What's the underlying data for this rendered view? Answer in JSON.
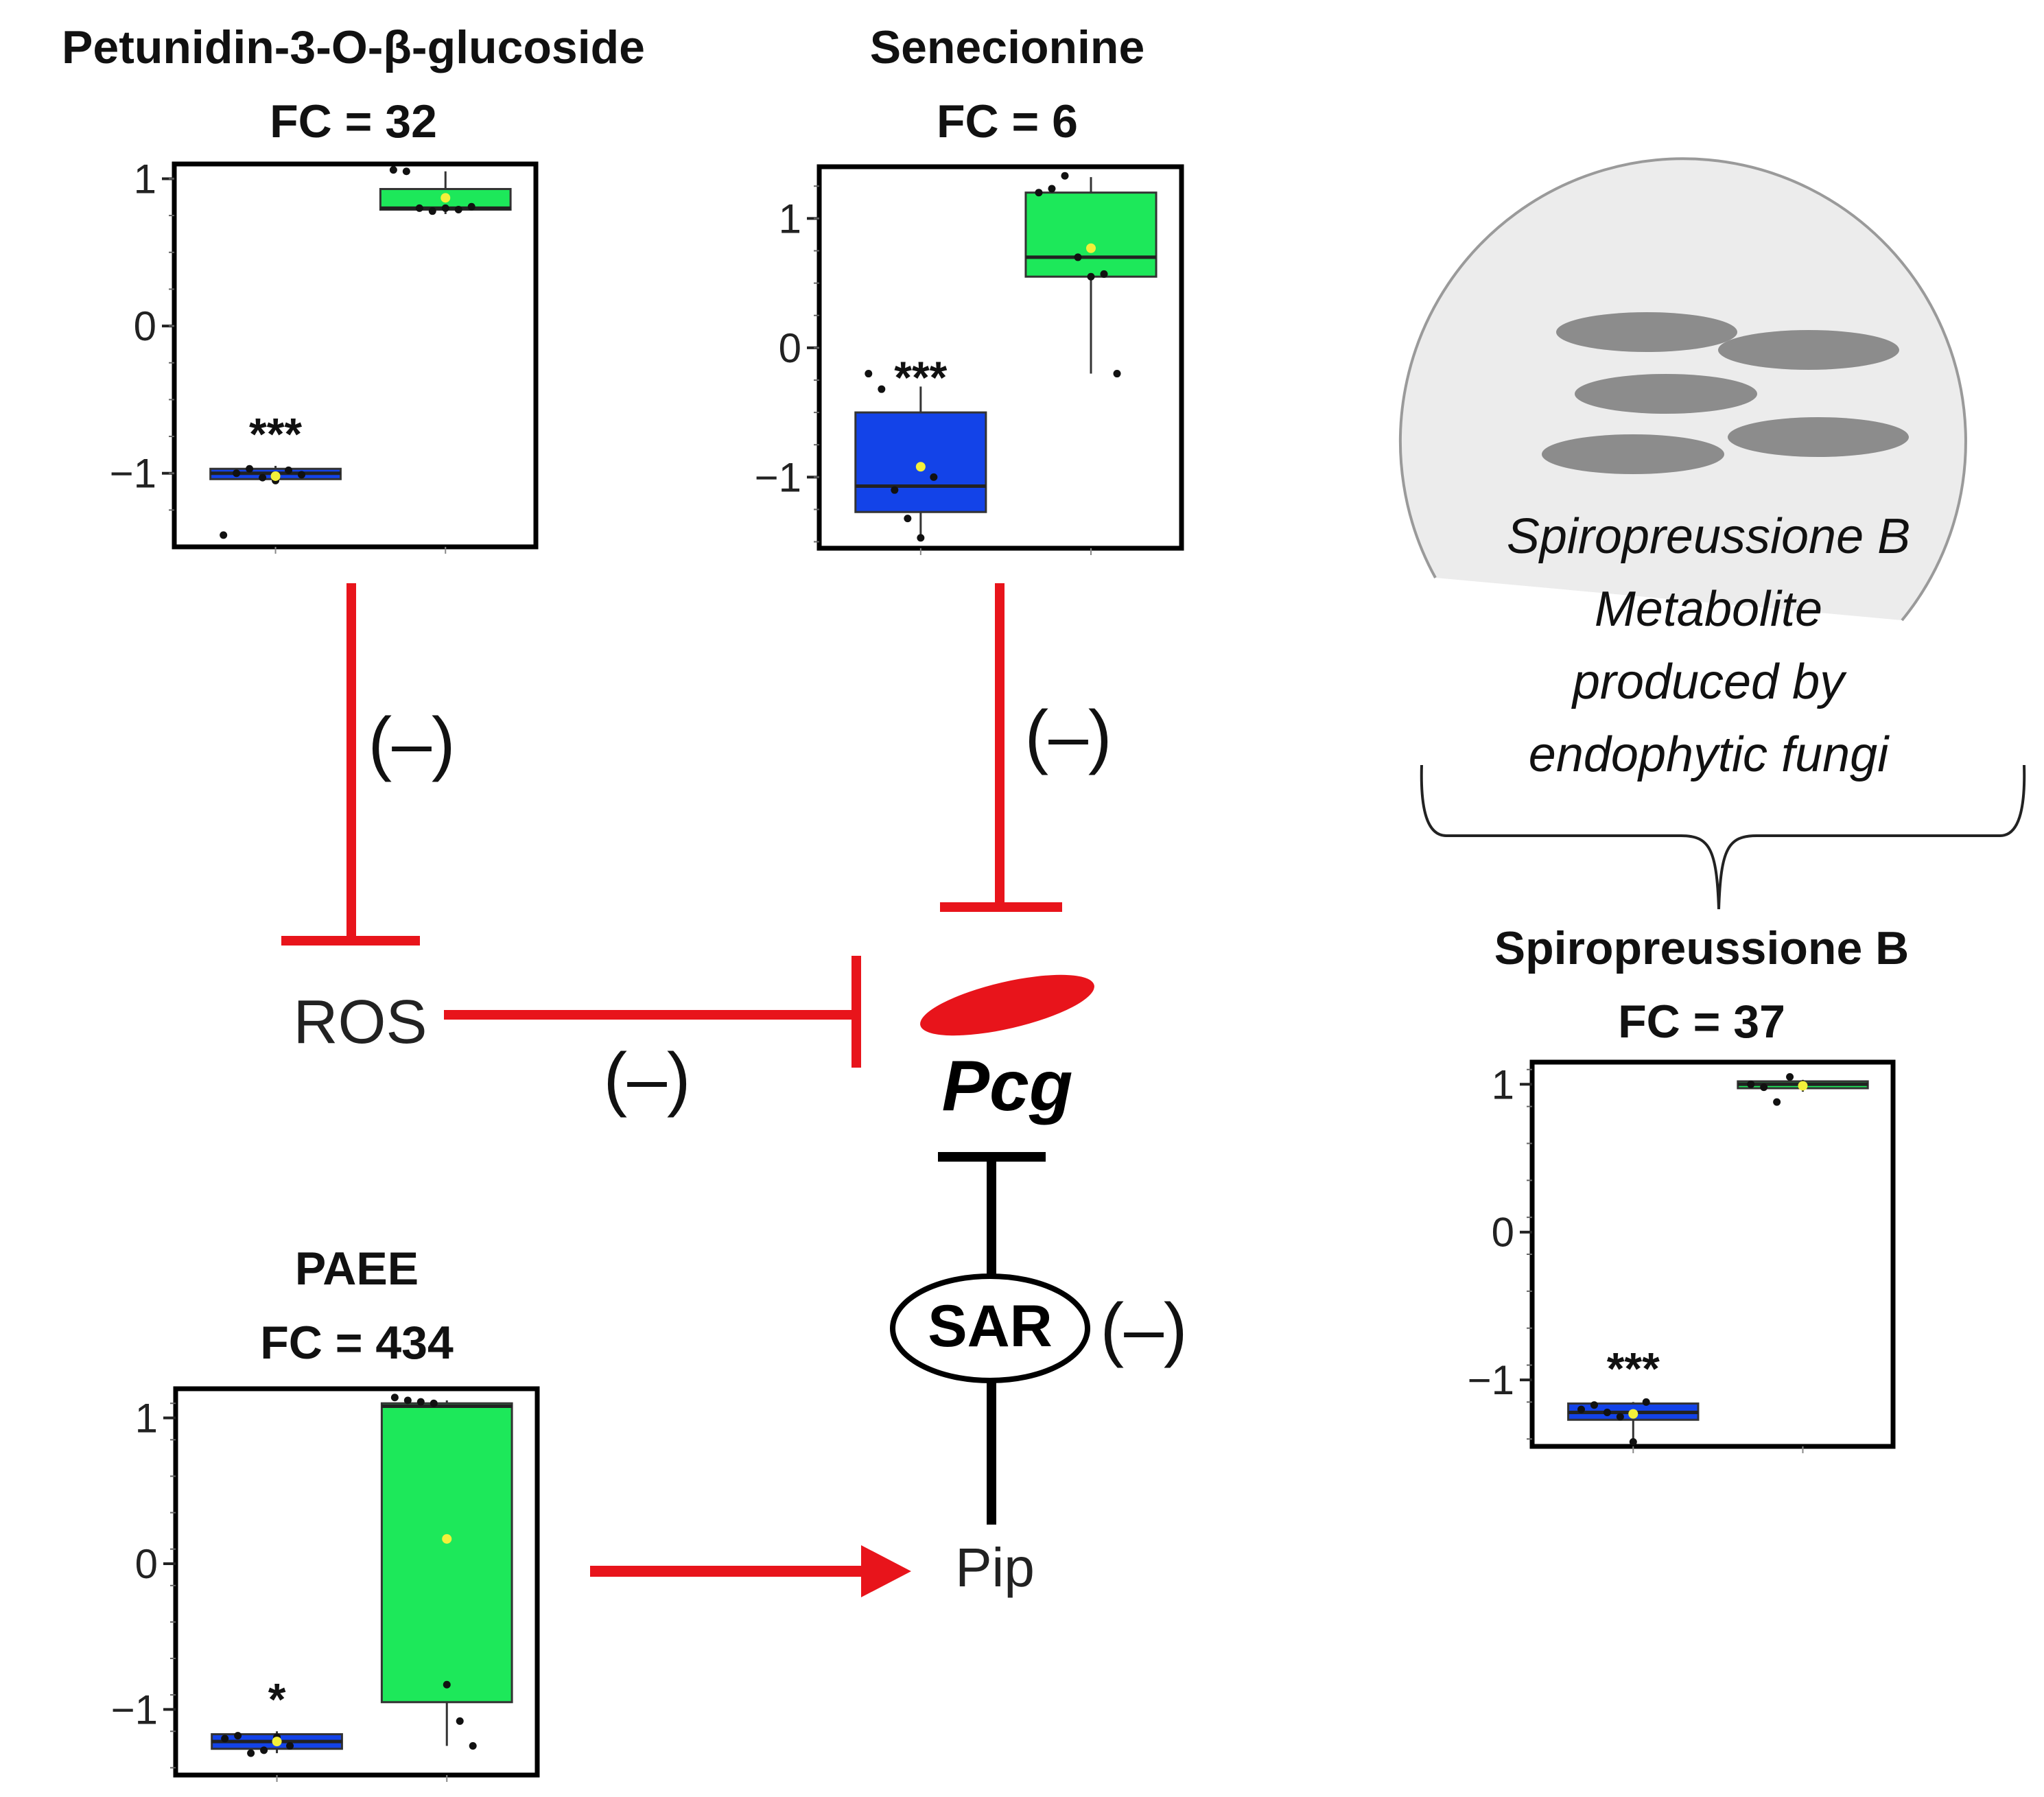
{
  "colors": {
    "inhibition": "#e8141b",
    "black": "#000000",
    "control_box": "#1343e8",
    "treated_box": "#1de85a",
    "mean_marker": "#f3f03a",
    "spore": "#8c8c8c",
    "circle_fill": "#ececec"
  },
  "chart_data": [
    {
      "type": "box",
      "title": "Petunidin-3-O-β-glucoside",
      "subtitle": "FC = 32",
      "yticks": [
        "1",
        "0",
        "−1"
      ],
      "ylim": [
        -1.5,
        1.1
      ],
      "significance": "***",
      "boxes": [
        {
          "color": "control",
          "q1": -1.04,
          "median": -1.0,
          "q3": -0.97,
          "low": -1.02,
          "high": -0.95,
          "mean": -1.02,
          "points": [
            -1.42,
            -1.0,
            -0.97,
            -1.03,
            -1.05,
            -0.98,
            -1.01
          ]
        },
        {
          "color": "treated",
          "q1": 0.79,
          "median": 0.8,
          "q3": 0.93,
          "low": 0.76,
          "high": 1.05,
          "mean": 0.87,
          "points": [
            1.06,
            1.05,
            0.8,
            0.78,
            0.8,
            0.79,
            0.81
          ]
        }
      ]
    },
    {
      "type": "box",
      "title": "Senecionine",
      "subtitle": "FC = 6",
      "yticks": [
        "1",
        "0",
        "−1"
      ],
      "ylim": [
        -1.55,
        1.4
      ],
      "significance": "***",
      "boxes": [
        {
          "color": "control",
          "q1": -1.27,
          "median": -1.07,
          "q3": -0.5,
          "low": -1.45,
          "high": -0.3,
          "mean": -0.92,
          "points": [
            -0.2,
            -0.32,
            -1.1,
            -1.32,
            -1.47,
            -1.0
          ]
        },
        {
          "color": "treated",
          "q1": 0.55,
          "median": 0.7,
          "q3": 1.2,
          "low": -0.2,
          "high": 1.32,
          "mean": 0.77,
          "points": [
            1.2,
            1.23,
            1.33,
            0.7,
            0.55,
            0.57,
            -0.2
          ]
        }
      ]
    },
    {
      "type": "box",
      "title": "PAEE",
      "subtitle": "FC = 434",
      "yticks": [
        "1",
        "0",
        "−1"
      ],
      "ylim": [
        -1.45,
        1.2
      ],
      "significance": "*",
      "boxes": [
        {
          "color": "control",
          "q1": -1.27,
          "median": -1.22,
          "q3": -1.17,
          "low": -1.3,
          "high": -1.15,
          "mean": -1.22,
          "points": [
            -1.2,
            -1.18,
            -1.3,
            -1.28,
            -1.19,
            -1.25
          ]
        },
        {
          "color": "treated",
          "q1": -0.95,
          "median": 1.08,
          "q3": 1.1,
          "low": -1.25,
          "high": 1.12,
          "mean": 0.17,
          "points": [
            1.14,
            1.12,
            1.11,
            1.1,
            -0.83,
            -1.08,
            -1.25
          ]
        }
      ]
    },
    {
      "type": "box",
      "title": "Spiropreussione  B",
      "subtitle": "FC = 37",
      "yticks": [
        "1",
        "0",
        "−1"
      ],
      "ylim": [
        -1.45,
        1.15
      ],
      "significance": "***",
      "boxes": [
        {
          "color": "control",
          "q1": -1.27,
          "median": -1.22,
          "q3": -1.16,
          "low": -1.4,
          "high": -1.15,
          "mean": -1.23,
          "points": [
            -1.2,
            -1.17,
            -1.22,
            -1.25,
            -1.42,
            -1.15
          ]
        },
        {
          "color": "treated",
          "q1": 0.98,
          "median": 1.0,
          "q3": 1.02,
          "low": 0.95,
          "high": 1.03,
          "mean": 0.99,
          "points": [
            1.0,
            0.98,
            0.88,
            1.05,
            1.0
          ]
        }
      ]
    }
  ],
  "diagram": {
    "ros_label": "ROS",
    "pcg_label": "Pcg",
    "sar_label": "SAR",
    "pip_label": "Pip",
    "minus_label": "(–)",
    "fungus_text": [
      "Spiropreussione  B",
      "Metabolite",
      "produced by",
      "endophytic fungi"
    ]
  }
}
